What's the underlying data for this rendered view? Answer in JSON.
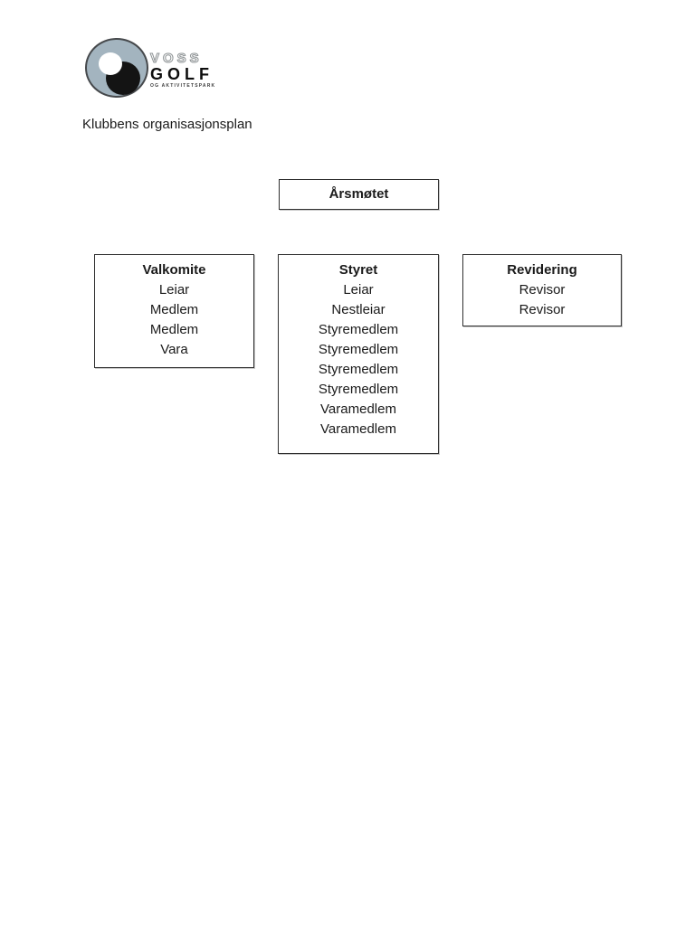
{
  "document": {
    "title": "Klubbens organisasjonsplan"
  },
  "logo": {
    "text_top": "VOSS",
    "text_main": "GOLF",
    "text_sub": "OG AKTIVITETSPARK",
    "colors": {
      "disc": "#a3b4bf",
      "disc_border": "#46494c",
      "ball_dark": "#141414",
      "ball_light": "#ffffff"
    }
  },
  "org_chart": {
    "root": {
      "title": "Årsmøtet"
    },
    "columns": [
      {
        "title": "Valkomite",
        "members": [
          "Leiar",
          "Medlem",
          "Medlem",
          "Vara"
        ]
      },
      {
        "title": "Styret",
        "members": [
          "Leiar",
          "Nestleiar",
          "Styremedlem",
          "Styremedlem",
          "Styremedlem",
          "Styremedlem",
          "Varamedlem",
          "Varamedlem"
        ]
      },
      {
        "title": "Revidering",
        "members": [
          "Revisor",
          "Revisor"
        ]
      }
    ]
  }
}
